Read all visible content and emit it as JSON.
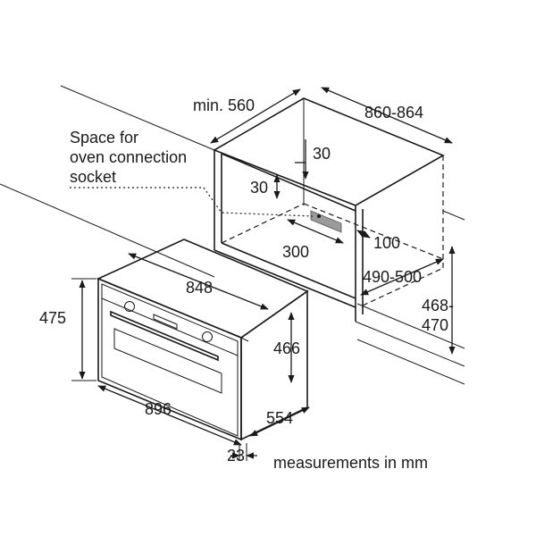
{
  "labels": {
    "min_width": "min. 560",
    "niche_width": "860-864",
    "socket_note_line1": "Space for",
    "socket_note_line2": "oven connection",
    "socket_note_line3": "socket",
    "socket_top": "30",
    "socket_side": "30",
    "socket_width": "300",
    "socket_depth": "100",
    "niche_depth": "490-500",
    "niche_height_line1": "468-",
    "niche_height_line2": "470",
    "oven_height": "475",
    "oven_top_width": "848",
    "oven_body_height": "466",
    "oven_width": "896",
    "oven_depth": "554",
    "fascia_depth": "23",
    "units_note": "measurements in mm"
  }
}
